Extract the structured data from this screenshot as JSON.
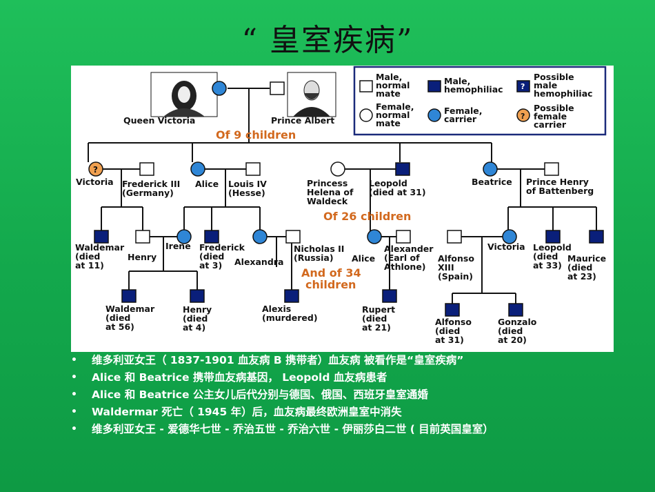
{
  "title": "“ 皇室疾病”",
  "legend": {
    "male_normal": [
      "Male,",
      "normal",
      "mate"
    ],
    "male_hemo": [
      "Male,",
      "hemophiliac"
    ],
    "possible_male": [
      "Possible",
      "male",
      "hemophiliac"
    ],
    "female_normal": [
      "Female,",
      "normal",
      "mate"
    ],
    "female_carrier": [
      "Female,",
      "carrier"
    ],
    "possible_female": [
      "Possible",
      "female",
      "carrier"
    ],
    "possible_symbol": "?"
  },
  "colors": {
    "carrier_blue": "#2f86d6",
    "hemo_navy": "#0a1f7a",
    "possible_orange": "#f0a050",
    "heading_orange": "#d2691e",
    "legend_border": "#1a2a7a"
  },
  "people": {
    "victoria": "Queen Victoria",
    "albert": "Prince Albert",
    "victoria2": "Victoria",
    "frederick3": [
      "Frederick III",
      "(Germany)"
    ],
    "alice": "Alice",
    "louis4": [
      "Louis IV",
      "(Hesse)"
    ],
    "helena": [
      "Princess",
      "Helena of",
      "Waldeck"
    ],
    "leopold": [
      "Leopold",
      "(died at 31)"
    ],
    "beatrice": "Beatrice",
    "henry_batt": [
      "Prince Henry",
      "of Battenberg"
    ],
    "waldemar": [
      "Waldemar",
      "(died",
      "at 11)"
    ],
    "henry": "Henry",
    "irene": "Irene",
    "frederick": [
      "Frederick",
      "(died",
      "at 3)"
    ],
    "alexandra": "Alexandra",
    "nicholas": [
      "Nicholas II",
      "(Russia)"
    ],
    "alice2": "Alice",
    "alexander": [
      "Alexander",
      "(Earl of",
      "Athlone)"
    ],
    "alfonso13": [
      "Alfonso",
      "XIII",
      "(Spain)"
    ],
    "victoria3": "Victoria",
    "leopold2": [
      "Leopold",
      "(died",
      "at 33)"
    ],
    "maurice": [
      "Maurice",
      "(died",
      "at 23)"
    ],
    "waldemar2": [
      "Waldemar",
      "(died",
      "at 56)"
    ],
    "henry2": [
      "Henry",
      "(died",
      "at 4)"
    ],
    "alexis": [
      "Alexis",
      "(murdered)"
    ],
    "rupert": [
      "Rupert",
      "(died",
      "at 21)"
    ],
    "alfonso": [
      "Alfonso",
      "(died",
      "at 31)"
    ],
    "gonzalo": [
      "Gonzalo",
      "(died",
      "at 20)"
    ]
  },
  "headings": {
    "nine": "Of 9 children",
    "twentysix": "Of 26 children",
    "thirtyfour": [
      "And of 34",
      "children"
    ]
  },
  "notes": [
    "维多利亚女王（ 1837-1901 血友病 B 携带者）血友病  被看作是“皇室疾病”",
    "Alice   和    Beatrice 携带血友病基因，  Leopold 血友病患者",
    "Alice 和    Beatrice 公主女儿后代分别与德国、俄国、西班牙皇室通婚",
    "Waldermar 死亡（ 1945 年）后，血友病最终欧洲皇室中消失",
    "维多利亚女王 - 爱德华七世 - 乔治五世 - 乔治六世 - 伊丽莎白二世 ( 目前英国皇室）"
  ],
  "bullet": "•"
}
